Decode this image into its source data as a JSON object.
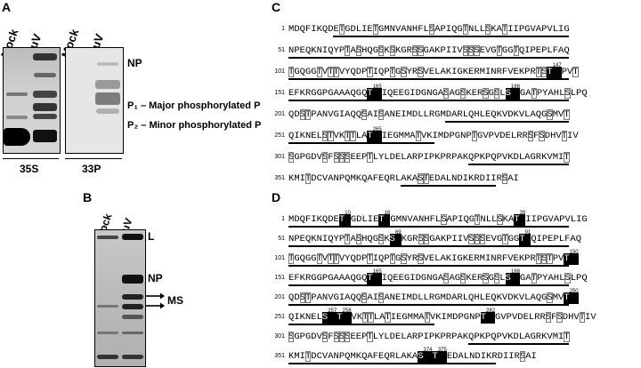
{
  "panels": {
    "A": {
      "label": "A",
      "lanes": [
        "Mock",
        "MuV"
      ],
      "lanes_p33": [
        "Mock",
        "MuV"
      ],
      "band_labels": [
        "NP",
        "P₁ – Major phosphorylated P",
        "P₂ – Minor phosphorylated P"
      ],
      "isotopes": [
        "35S",
        "33P"
      ]
    },
    "B": {
      "label": "B",
      "lanes": [
        "Mock",
        "MuV"
      ],
      "band_labels": [
        "L",
        "NP",
        "MS"
      ]
    },
    "C": {
      "label": "C",
      "rows": [
        {
          "n": "1",
          "seq": "MDQFIKQDETGDLIETGMNVANHFLSAPIQGTNLLSKATIIPGVAPVLIG"
        },
        {
          "n": "51",
          "seq": "NPEQKNIQYPTASHQGSKSKGRSSGAKPIIVSSSEVGTGGTQIPEPLFAQ"
        },
        {
          "n": "101",
          "seq": "TGQGGTVTTVYQDPTIQPTGSYRSVELAKIGKERMINRFVEKPRTSTPVT"
        },
        {
          "n": "151",
          "seq": "EFKRGGPGAAAQGQTIQEEGIDGNGASAGSKERSGSLSGATPYAHLSLPQ"
        },
        {
          "n": "201",
          "seq": "QDSTPANVGIAQQSAISANEIMDLLRGMDARLQHLEQKVDKVLAQGSMVT"
        },
        {
          "n": "251",
          "seq": "QIKNELSTVKTTLATIEGMMATVKIMDPGNPTGVPVDELRRSFSDHVTIV"
        },
        {
          "n": "301",
          "seq": "SGPGDVSFSSSEEPTLYLDELARPIPKPRPAKQPKPQPVKDLAGRKVMIT"
        },
        {
          "n": "351",
          "seq": "KMITDCVANPQMKQAFEQRLAKASTEDALNDIKRDIIRSAI"
        }
      ],
      "numbered_sites": [
        "147",
        "165",
        "188",
        "265"
      ]
    },
    "D": {
      "label": "D",
      "rows": [
        {
          "n": "1",
          "seq": "MDQFIKQDETGDLIETGMNVANHFLSAPIQGTNLLSKATIIPGVAPVLIG"
        },
        {
          "n": "51",
          "seq": "NPEQKNIQYPTASHQGSKSKGRSSGAKPIIVSSSEVGTGGTQIPEPLFAQ"
        },
        {
          "n": "101",
          "seq": "TGQGGTVTTVYQDPTIQPTGSYRSVELAKIGKERMINRFVEKPRTSTPVT"
        },
        {
          "n": "151",
          "seq": "EFKRGGPGAAAQGQTIQEEGIDGNGASAGSKERSGSLSGATPYAHLSLPQ"
        },
        {
          "n": "201",
          "seq": "QDSTPANVGIAQQSAISANEIMDLLRGMDARLQHLEQKVDKVLAQGSMVT"
        },
        {
          "n": "251",
          "seq": "QIKNELSTVKTTLATIEGMMATVKIMDPGNPTGVPVDELRRSFSDHVTIV"
        },
        {
          "n": "301",
          "seq": "SGPGDVSFSSSEEPTLYLDELARPIPKPRPAKQPKPQPVKDLAGRKVMIT"
        },
        {
          "n": "351",
          "seq": "KMITDCVANPQMKQAFEQRLAKASTEDALNDIKRDIIRSAI"
        }
      ],
      "numbered_sites": [
        "10",
        "16",
        "39",
        "69",
        "91",
        "150",
        "165",
        "188",
        "250",
        "257",
        "258",
        "282",
        "374",
        "375"
      ]
    }
  }
}
